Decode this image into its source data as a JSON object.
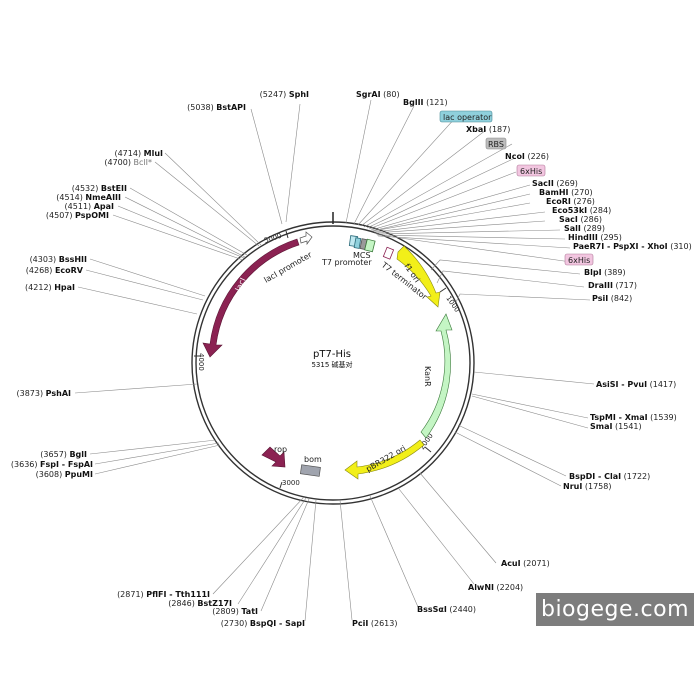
{
  "plasmid": {
    "name": "pT7-His",
    "size_label": "5315 碱基对",
    "length": 5315
  },
  "ticks": [
    "1000",
    "2000",
    "3000",
    "4000",
    "5000"
  ],
  "features": [
    {
      "key": "laci",
      "label": "lacI",
      "color": "#8b2252"
    },
    {
      "key": "laci_promoter",
      "label": "lacI promoter",
      "color": "#ffffff"
    },
    {
      "key": "t7_promoter",
      "label": "T7 promoter",
      "color": "#bfe8f0"
    },
    {
      "key": "mcs",
      "label": "MCS",
      "color": "#9a9a9a"
    },
    {
      "key": "t7_terminator",
      "label": "T7 terminator",
      "color": "#ffffff"
    },
    {
      "key": "f1_ori",
      "label": "f1 ori",
      "color": "#f2ef19"
    },
    {
      "key": "kanr",
      "label": "KanR",
      "color": "#c4f5c4"
    },
    {
      "key": "pbr322_ori",
      "label": "pBR322 ori",
      "color": "#f2ef19"
    },
    {
      "key": "bom",
      "label": "bom",
      "color": "#a0a4ae"
    },
    {
      "key": "rop",
      "label": "rop",
      "color": "#8b2252"
    }
  ],
  "badges": [
    {
      "key": "lac_operator",
      "label": "lac operator",
      "color": "#8fd0dc"
    },
    {
      "key": "rbs",
      "label": "RBS",
      "color": "#bdbdbd"
    },
    {
      "key": "sixhis_1",
      "label": "6xHis",
      "color": "#f2c6e0"
    },
    {
      "key": "sixhis_2",
      "label": "6xHis",
      "color": "#f2c6e0"
    }
  ],
  "sites": [
    {
      "pos": "(5247)",
      "name": "SphI"
    },
    {
      "pos": "(5038)",
      "name": "BstAPI"
    },
    {
      "pos": "(80)",
      "name": "SgrAI"
    },
    {
      "pos": "(121)",
      "name": "BglII"
    },
    {
      "pos": "(187)",
      "name": "XbaI"
    },
    {
      "pos": "(226)",
      "name": "NcoI"
    },
    {
      "pos": "(269)",
      "name": "SacII"
    },
    {
      "pos": "(270)",
      "name": "BamHI"
    },
    {
      "pos": "(276)",
      "name": "EcoRI"
    },
    {
      "pos": "(284)",
      "name": "Eco53kI"
    },
    {
      "pos": "(286)",
      "name": "SacI"
    },
    {
      "pos": "(289)",
      "name": "SalI"
    },
    {
      "pos": "(295)",
      "name": "HindIII"
    },
    {
      "pos": "(310)",
      "name": "PaeR7I - PspXI - XhoI"
    },
    {
      "pos": "(389)",
      "name": "BlpI"
    },
    {
      "pos": "(717)",
      "name": "DraIII"
    },
    {
      "pos": "(842)",
      "name": "PsiI"
    },
    {
      "pos": "(1417)",
      "name": "AsiSI - PvuI"
    },
    {
      "pos": "(1539)",
      "name": "TspMI - XmaI"
    },
    {
      "pos": "(1541)",
      "name": "SmaI"
    },
    {
      "pos": "(1722)",
      "name": "BspDI - ClaI"
    },
    {
      "pos": "(1758)",
      "name": "NruI"
    },
    {
      "pos": "(2071)",
      "name": "AcuI"
    },
    {
      "pos": "(2204)",
      "name": "AlwNI"
    },
    {
      "pos": "(2440)",
      "name": "BssSαI"
    },
    {
      "pos": "(2613)",
      "name": "PciI"
    },
    {
      "pos": "(2730)",
      "name": "BspQI - SapI"
    },
    {
      "pos": "(2809)",
      "name": "TatI"
    },
    {
      "pos": "(2846)",
      "name": "BstZ17I"
    },
    {
      "pos": "(2871)",
      "name": "PflFI - Tth111I"
    },
    {
      "pos": "(3608)",
      "name": "PpuMI"
    },
    {
      "pos": "(3636)",
      "name": "FspI - FspAI"
    },
    {
      "pos": "(3657)",
      "name": "BglI"
    },
    {
      "pos": "(3873)",
      "name": "PshAI"
    },
    {
      "pos": "(4212)",
      "name": "HpaI"
    },
    {
      "pos": "(4268)",
      "name": "EcoRV"
    },
    {
      "pos": "(4303)",
      "name": "BssHII"
    },
    {
      "pos": "(4507)",
      "name": "PspOMI"
    },
    {
      "pos": "(4511)",
      "name": "ApaI"
    },
    {
      "pos": "(4514)",
      "name": "NmeAIII"
    },
    {
      "pos": "(4532)",
      "name": "BstEII"
    },
    {
      "pos": "(4700)",
      "name": "BclI*"
    },
    {
      "pos": "(4714)",
      "name": "MluI"
    }
  ],
  "watermark": "biogege.com"
}
